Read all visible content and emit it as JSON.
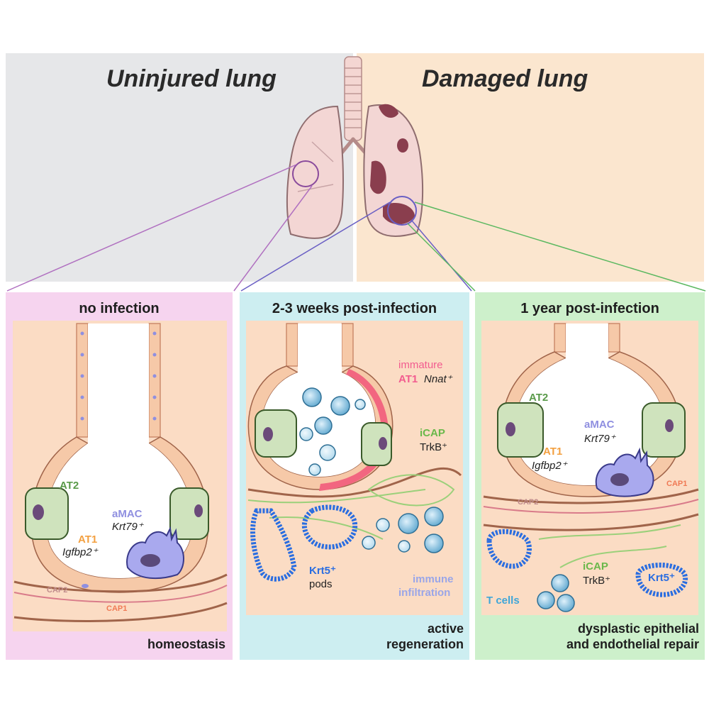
{
  "headers": {
    "left": "Uninjured lung",
    "right": "Damaged lung"
  },
  "panels": [
    {
      "title": "no infection",
      "footer": "homeostasis",
      "labels": {
        "at2": "AT2",
        "amac": "aMAC",
        "krt79": "Krt79⁺",
        "at1": "AT1",
        "igfbp2": "Igfbp2⁺",
        "cap2": "CAP2",
        "cap1": "CAP1"
      }
    },
    {
      "title": "2-3 weeks post-infection",
      "footer_line1": "active",
      "footer_line2": "regeneration",
      "labels": {
        "immature": "immature",
        "at1": "AT1",
        "nnat": "Nnat⁺",
        "icap": "iCAP",
        "trkb": "TrkB⁺",
        "krt5": "Krt5⁺",
        "pods": "pods",
        "immune1": "immune",
        "immune2": "infiltration"
      }
    },
    {
      "title": "1 year post-infection",
      "footer_line1": "dysplastic epithelial",
      "footer_line2": "and endothelial repair",
      "labels": {
        "at2": "AT2",
        "amac": "aMAC",
        "krt79": "Krt79⁺",
        "at1": "AT1",
        "igfbp2": "Igfbp2⁺",
        "cap2": "CAP2",
        "cap1": "CAP1",
        "icap": "iCAP",
        "trkb": "TrkB⁺",
        "krt5": "Krt5⁺",
        "tcells": "T cells"
      }
    }
  ],
  "colors": {
    "left_bg": "#e6e7e9",
    "right_bg": "#fbe6cf",
    "panel1_bg": "#f6d4ef",
    "panel2_bg": "#cdeef1",
    "panel3_bg": "#cdf0cb",
    "tissue": "#fbdcc4",
    "at2": "#cfe3bd",
    "at1_label": "#f3a040",
    "amac": "#8f8fe0",
    "cap2_label": "#c08c8c",
    "cap1_label": "#f07a55",
    "immature_label": "#f25c8f",
    "icap_label": "#6ab84a",
    "krt5": "#2a6de0",
    "immune_label": "#9aa6e8",
    "tcells_label": "#3fa6d8"
  }
}
